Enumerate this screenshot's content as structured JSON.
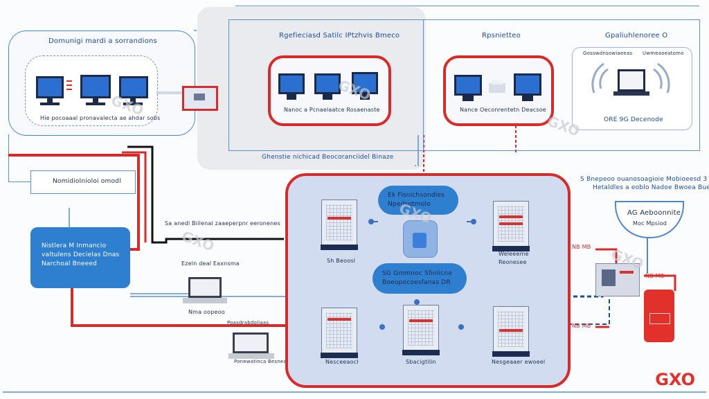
{
  "labels": {
    "top_left_title": "Domunigi mardi a sorrandions",
    "top_left_caption": "Hie pocoaaal pronavalecta ae ahdar sobs",
    "left_box": "Nomidiolnioloi omodl",
    "blue_button": "Nistlera M Inmancio\nvaltulens Decielas Dnas\nNarchoal Bneeed",
    "mid_center_title": "Rgefieciasd Satilc IPtzhvis Bmeco",
    "mid_center_caption": "Nanoc a Pcnaelaatce Rosaenaste",
    "mid_center_footer": "Ghenstie nichicad Beocoranciidel Binaze",
    "right_panel_title": "Rpsnietteo",
    "right_panel_caption": "Nance Oeconrentetn Deacsoe",
    "wireless_title": "Gpaliuhlenoree O",
    "wireless_sub_left": "Gosswdnsowiaeeas",
    "wireless_sub_right": "Uwmeaoeatomo",
    "wireless_caption": "ORE 9G Decenode",
    "cable_label": "Sa anedl Biilenal zaaeperpnr eeronenes",
    "laptop1_label": "Ezeln deal Eaxnsma",
    "laptop1_caption": "Nma oopeoo",
    "laptop2_caption": "Ponewatinca Besneaa",
    "bottom_arrow_label": "Poasdrabdoliaas",
    "pill1": "Ek Fisnichsondies\nNpedsotmolo",
    "pill2": "SG Gmmnoc Sfinlicne\nBoeopecoesfanas DR",
    "rack1": "Sh Beoosl",
    "rack2": "Weleeeme",
    "rack3": "Reonesee",
    "rack4": "Nesceeaocl",
    "rack5": "Sbacigtilin",
    "rack6": "Nesgeaaer ewoeel",
    "right_note_1": "S Bnepeoo ouanosoagioie Mobioeesd 3",
    "right_note_2": "Hetaldles a eoblo Nadoe Bwoea Bueo",
    "router_title": "AG Aeboonnite",
    "router_sub": "Moc Mpsiod",
    "small_red_1": "NB MB",
    "small_red_2": "NB MB",
    "small_red_3": "NB MB",
    "brand": "GXO",
    "watermark": "GXO"
  },
  "colors": {
    "accent_blue": "#2f7fd1",
    "accent_red": "#d92a2a",
    "panel_border": "#5a8fd6",
    "dark_cable": "#111111"
  }
}
